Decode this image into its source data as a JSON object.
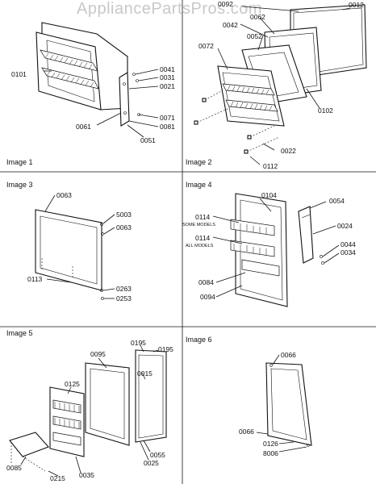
{
  "watermark": "AppliancePartsPros.com",
  "panels": [
    {
      "caption": "Image 1",
      "labels": [
        "0101",
        "0041",
        "0031",
        "0021",
        "0071",
        "0081",
        "0061",
        "0051"
      ]
    },
    {
      "caption": "Image 2",
      "labels": [
        "0092",
        "0012",
        "0042",
        "0062",
        "0052",
        "0072",
        "0102",
        "0022",
        "0112"
      ]
    },
    {
      "caption": "Image 3",
      "labels": [
        "0063",
        "5003",
        "0063",
        "0113",
        "0263",
        "0253"
      ]
    },
    {
      "caption": "Image 4",
      "labels": [
        "0104",
        "0054",
        "0024",
        "0114",
        "0114",
        "0044",
        "0034",
        "0084",
        "0094"
      ],
      "notes": [
        "SOME MODELS",
        "ALL MODELS"
      ]
    },
    {
      "caption": "Image 5",
      "labels": [
        "0195",
        "0195",
        "0095",
        "0015",
        "0125",
        "0085",
        "0215",
        "0035",
        "0055",
        "0025"
      ]
    },
    {
      "caption": "Image 6",
      "labels": [
        "0066",
        "0066",
        "0126",
        "8006"
      ]
    }
  ]
}
